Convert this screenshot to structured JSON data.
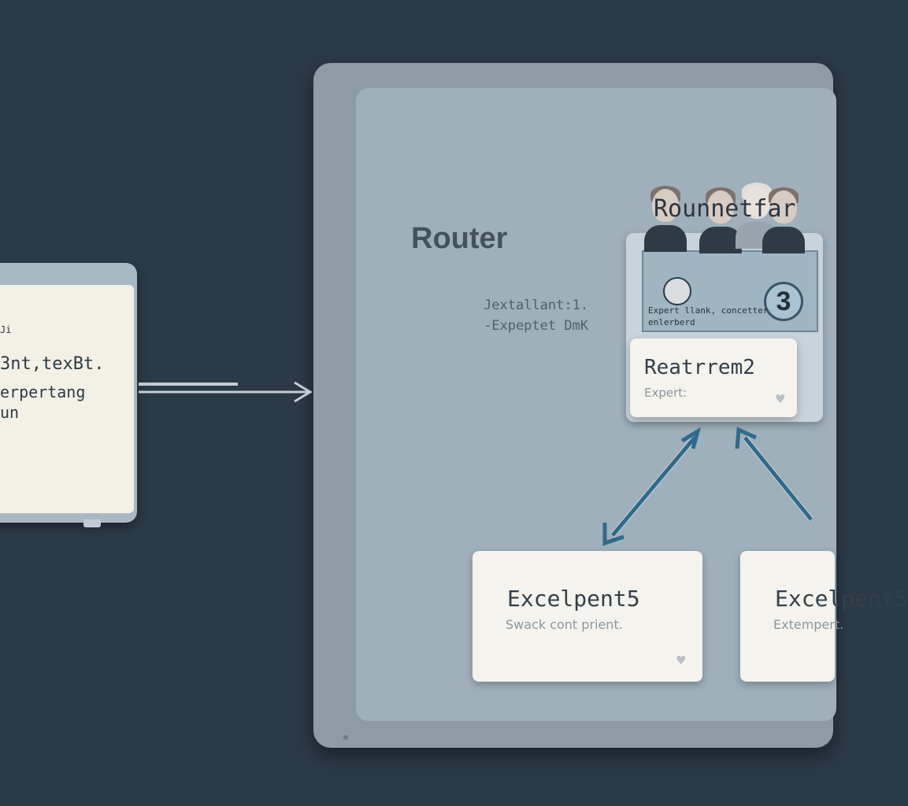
{
  "input_card": {
    "lines": [
      "Ji",
      "3nt,texBt.",
      "erpertang",
      "un"
    ]
  },
  "router": {
    "title": "Router",
    "sub_lines": [
      "Jextallant:1.",
      "-Expeptet DmK"
    ]
  },
  "group": {
    "title": "Rounnetfar",
    "badge": "3",
    "note_lines": [
      "Expert llank, concetter",
      "enlerberd"
    ]
  },
  "experts": {
    "top": {
      "name": "Reatrrem2",
      "desc": "Expert:"
    },
    "bottom_left": {
      "name": "Excelpent5",
      "desc": "Swack cont prient."
    },
    "bottom_right": {
      "name": "Excelpent5",
      "desc": "Extempert."
    }
  },
  "colors": {
    "background": "#2b3a47",
    "arrow": "#c3ccd2",
    "connector": "#2f6a8a"
  }
}
